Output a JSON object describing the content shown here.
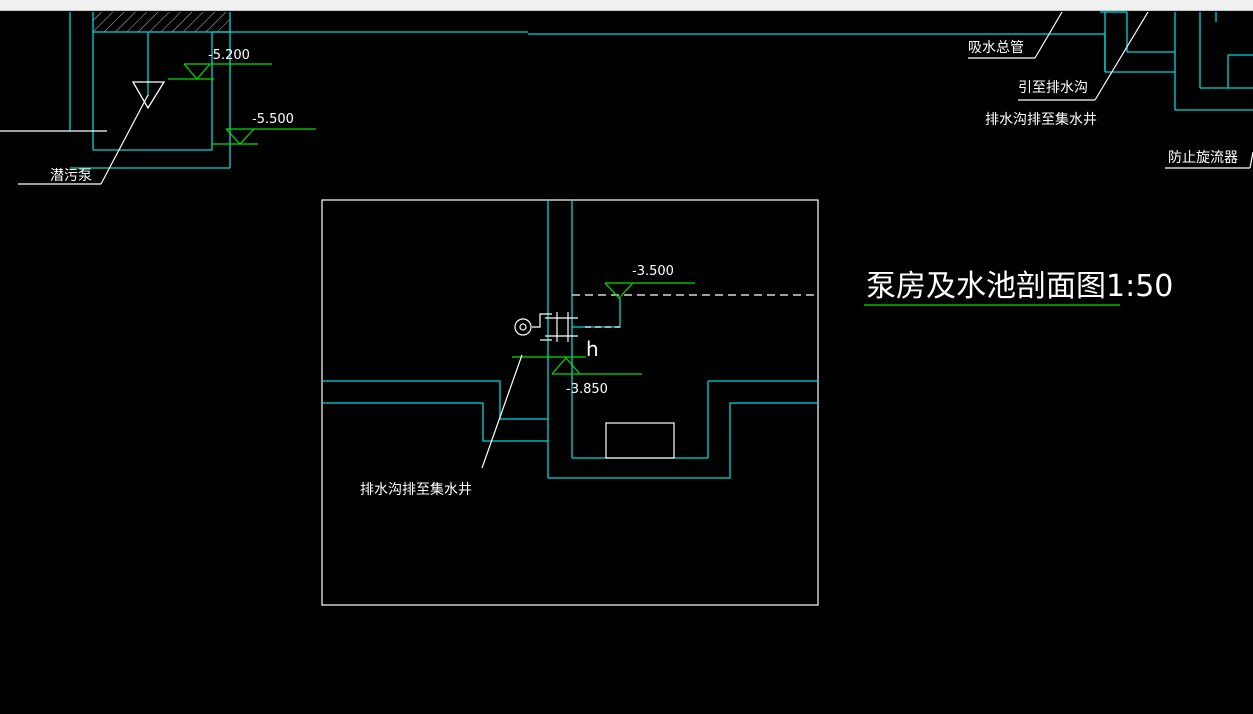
{
  "colors": {
    "background": "#000000",
    "wall": "#00d8d8",
    "frame": "#ffffff",
    "level_mark": "#00e000",
    "text": "#ffffff",
    "title_underline": "#00e000",
    "toolbar": "#f0f0f0"
  },
  "top_drawing": {
    "levels": {
      "top": "-5.200",
      "bottom": "-5.500"
    },
    "labels": {
      "sewage_pump": "潜污泵",
      "suction_main": "吸水总管",
      "to_drain_ditch": "引至排水沟",
      "ditch_to_sump": "排水沟排至集水井",
      "anti_vortex": "防止旋流器"
    }
  },
  "section": {
    "title": "泵房及水池剖面图1:50",
    "levels": {
      "water": "-3.500",
      "pipe": "-3.850"
    },
    "dim_h": "h",
    "ditch_label": "排水沟排至集水井"
  }
}
